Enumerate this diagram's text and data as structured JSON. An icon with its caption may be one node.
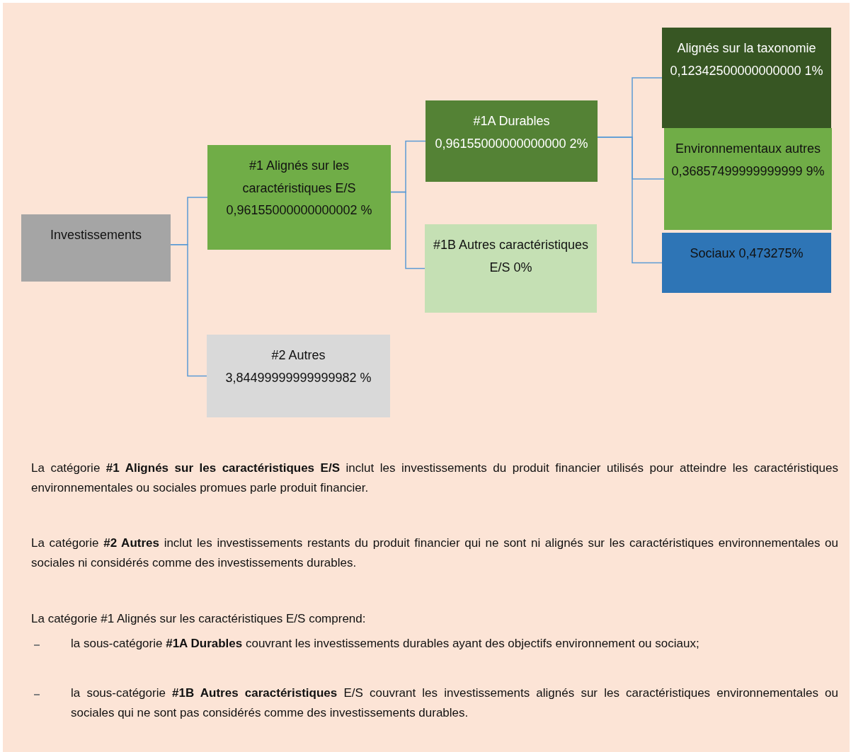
{
  "diagram": {
    "nodes": [
      {
        "text": [
          "Investissements"
        ]
      },
      {
        "text": [
          "#1 Alignés sur les caractéristiques E/S 0,96155000000000002 %"
        ]
      },
      {
        "text": [
          "#2 Autres 3,84499999999999982 %"
        ]
      },
      {
        "text": [
          "#1A Durables 0,96155000000000000 2%"
        ]
      },
      {
        "text": [
          "#1B Autres caractéristiques E/S 0%"
        ]
      },
      {
        "text": [
          "Alignés sur la taxonomie 0,12342500000000000 1%"
        ]
      },
      {
        "text": [
          "Environnementaux autres 0,36857499999999999 9%"
        ]
      },
      {
        "text": [
          "Sociaux 0,473275%"
        ]
      }
    ],
    "edges": [
      {
        "from": 0,
        "to": 1,
        "arrow": "none"
      },
      {
        "from": 0,
        "to": 2,
        "arrow": "none"
      },
      {
        "from": 1,
        "to": 3,
        "arrow": "none"
      },
      {
        "from": 1,
        "to": 4,
        "arrow": "none"
      },
      {
        "from": 3,
        "to": 5,
        "arrow": "none"
      },
      {
        "from": 3,
        "to": 6,
        "arrow": "none"
      },
      {
        "from": 3,
        "to": 7,
        "arrow": "none"
      }
    ],
    "labels": [
      "La catégorie **#1 Alignés sur les caractéristiques E/S** inclut les investissements du produit financier utilisés pour atteindre les caractéristiques environnementales ou sociales promues parle produit financier.",
      "La catégorie **#2 Autres** inclut les investissements restants du produit financier qui ne sont ni alignés sur les caractéristiques environnementales ou sociales ni considérés comme des investissements durables.",
      "La catégorie #1 Alignés sur les caractéristiques E/S comprend:",
      "la sous-catégorie **#1A Durables** couvrant les investissements durables ayant des objectifs environnement ou sociaux;",
      "la sous-catégorie **#1B Autres caractéristiques** E/S couvrant les investissements alignés sur les caractéristiques environnementales ou sociales qui ne sont pas considérés comme des investissements durables."
    ]
  }
}
